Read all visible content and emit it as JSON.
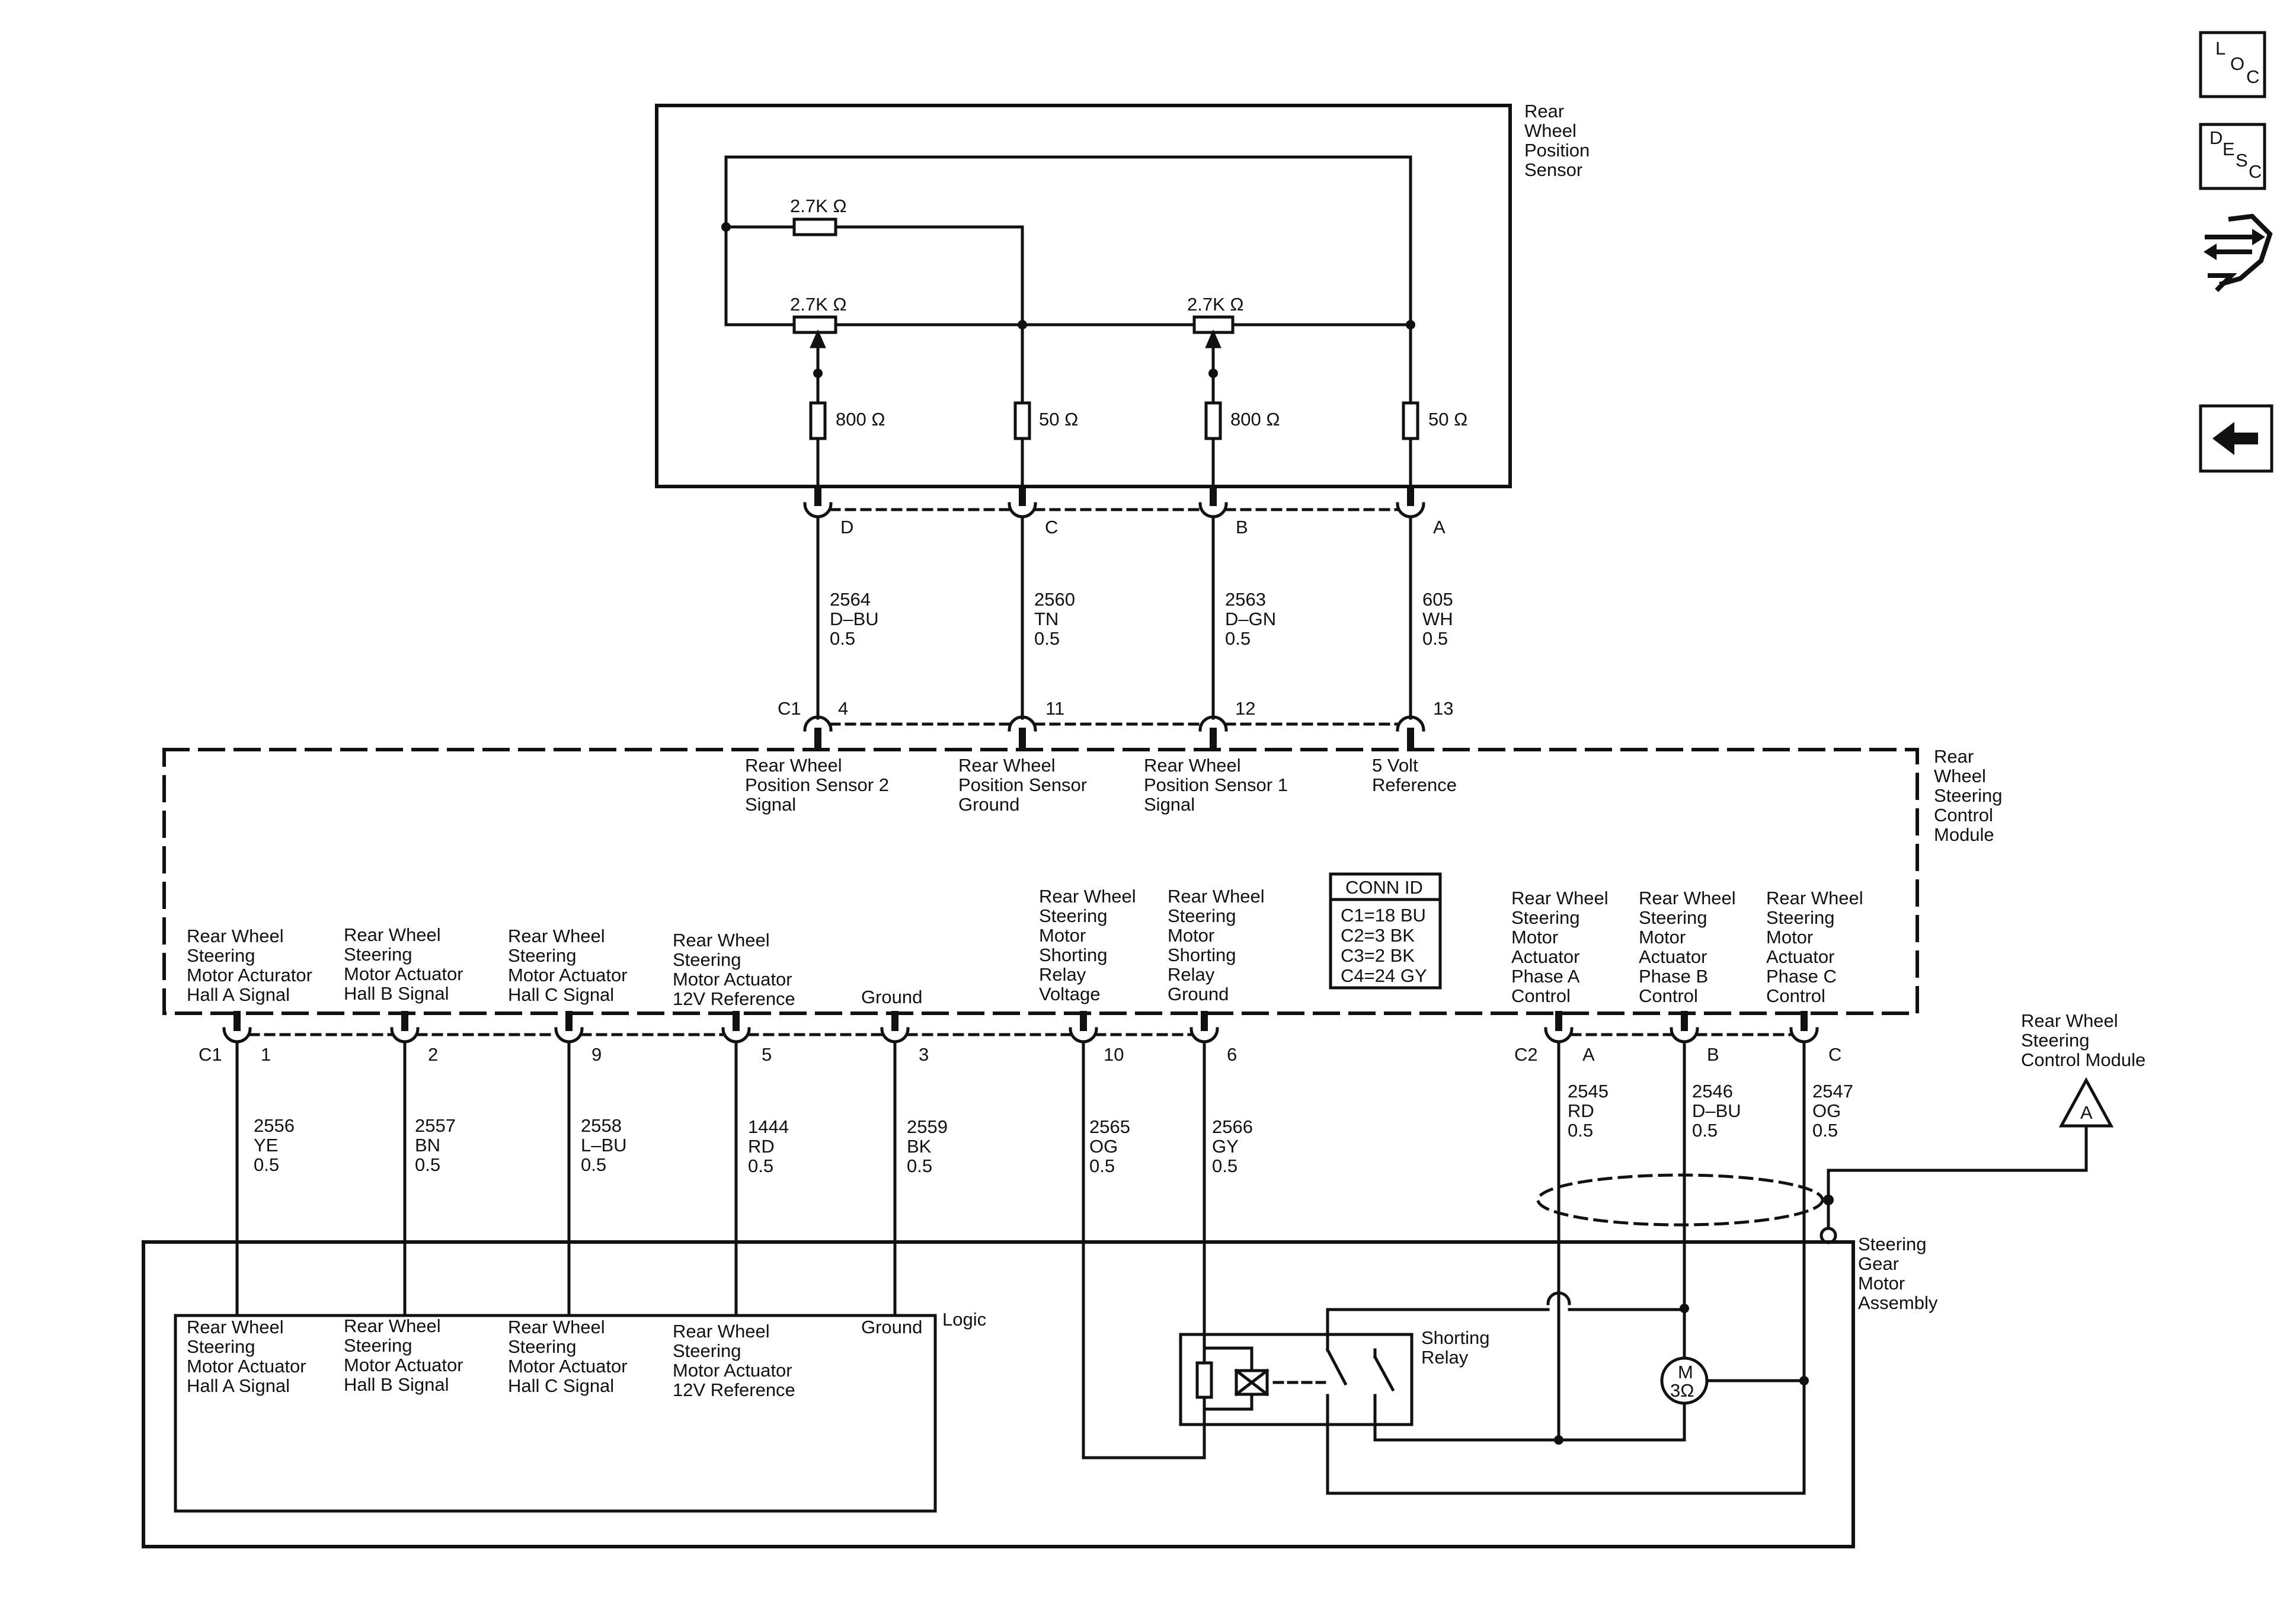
{
  "sensor": {
    "title": [
      "Rear",
      "Wheel",
      "Position",
      "Sensor"
    ],
    "res_2k7": "2.7K Ω",
    "res_800": "800 Ω",
    "res_50": "50 Ω"
  },
  "sensor_pins": [
    "D",
    "C",
    "B",
    "A"
  ],
  "upper_wires": [
    {
      "circuit": "2564",
      "color": "D–BU",
      "gauge": "0.5"
    },
    {
      "circuit": "2560",
      "color": "TN",
      "gauge": "0.5"
    },
    {
      "circuit": "2563",
      "color": "D–GN",
      "gauge": "0.5"
    },
    {
      "circuit": "605",
      "color": "WH",
      "gauge": "0.5"
    }
  ],
  "module_top": {
    "connector": "C1",
    "pins": [
      "4",
      "11",
      "12",
      "13"
    ],
    "labels": [
      [
        "Rear Wheel",
        "Position Sensor 2",
        "Signal"
      ],
      [
        "Rear Wheel",
        "Position Sensor",
        "Ground"
      ],
      [
        "Rear Wheel",
        "Position Sensor 1",
        "Signal"
      ],
      [
        "5 Volt",
        "Reference"
      ]
    ]
  },
  "module": {
    "title": [
      "Rear",
      "Wheel",
      "Steering",
      "Control",
      "Module"
    ]
  },
  "conn_id": {
    "header": "CONN ID",
    "rows": [
      "C1=18 BU",
      "C2=3 BK",
      "C3=2 BK",
      "C4=24 GY"
    ]
  },
  "module_bottom": {
    "c1_label": "C1",
    "c2_label": "C2",
    "labels": [
      [
        "Rear Wheel",
        "Steering",
        "Motor Acturator",
        "Hall A Signal"
      ],
      [
        "Rear Wheel",
        "Steering",
        "Motor Actuator",
        "Hall B Signal"
      ],
      [
        "Rear Wheel",
        "Steering",
        "Motor Actuator",
        "Hall C Signal"
      ],
      [
        "Rear Wheel",
        "Steering",
        "Motor Actuator",
        "12V Reference"
      ],
      [
        "Ground"
      ],
      [
        "Rear Wheel",
        "Steering",
        "Motor",
        "Shorting",
        "Relay",
        "Voltage"
      ],
      [
        "Rear Wheel",
        "Steering",
        "Motor",
        "Shorting",
        "Relay",
        "Ground"
      ],
      [
        "Rear Wheel",
        "Steering",
        "Motor",
        "Actuator",
        "Phase A",
        "Control"
      ],
      [
        "Rear Wheel",
        "Steering",
        "Motor",
        "Actuator",
        "Phase B",
        "Control"
      ],
      [
        "Rear Wheel",
        "Steering",
        "Motor",
        "Actuator",
        "Phase C",
        "Control"
      ]
    ],
    "pins": [
      "1",
      "2",
      "9",
      "5",
      "3",
      "10",
      "6",
      "A",
      "B",
      "C"
    ]
  },
  "lower_wires": [
    {
      "circuit": "2556",
      "color": "YE",
      "gauge": "0.5"
    },
    {
      "circuit": "2557",
      "color": "BN",
      "gauge": "0.5"
    },
    {
      "circuit": "2558",
      "color": "L–BU",
      "gauge": "0.5"
    },
    {
      "circuit": "1444",
      "color": "RD",
      "gauge": "0.5"
    },
    {
      "circuit": "2559",
      "color": "BK",
      "gauge": "0.5"
    },
    {
      "circuit": "2565",
      "color": "OG",
      "gauge": "0.5"
    },
    {
      "circuit": "2566",
      "color": "GY",
      "gauge": "0.5"
    },
    {
      "circuit": "2545",
      "color": "RD",
      "gauge": "0.5"
    },
    {
      "circuit": "2546",
      "color": "D–BU",
      "gauge": "0.5"
    },
    {
      "circuit": "2547",
      "color": "OG",
      "gauge": "0.5"
    }
  ],
  "ref_module": {
    "title": [
      "Rear Wheel",
      "Steering",
      "Control Module"
    ],
    "letter": "A"
  },
  "gear_motor": {
    "title": [
      "Steering",
      "Gear",
      "Motor",
      "Assembly"
    ]
  },
  "logic": {
    "title": "Logic",
    "labels": [
      [
        "Rear Wheel",
        "Steering",
        "Motor Actuator",
        "Hall A Signal"
      ],
      [
        "Rear Wheel",
        "Steering",
        "Motor Actuator",
        "Hall B Signal"
      ],
      [
        "Rear Wheel",
        "Steering",
        "Motor Actuator",
        "Hall C Signal"
      ],
      [
        "Rear Wheel",
        "Steering",
        "Motor Actuator",
        "12V Reference"
      ],
      [
        "Ground"
      ]
    ]
  },
  "relay": {
    "title": [
      "Shorting",
      "Relay"
    ]
  },
  "motor": {
    "line1": "M",
    "line2": "3Ω"
  },
  "nav": {
    "loc": [
      "L",
      "O",
      "C"
    ],
    "desc": [
      "D",
      "E",
      "S",
      "C"
    ],
    "swap_icon": "connector-swap-icon",
    "back_icon": "back-arrow-icon"
  }
}
